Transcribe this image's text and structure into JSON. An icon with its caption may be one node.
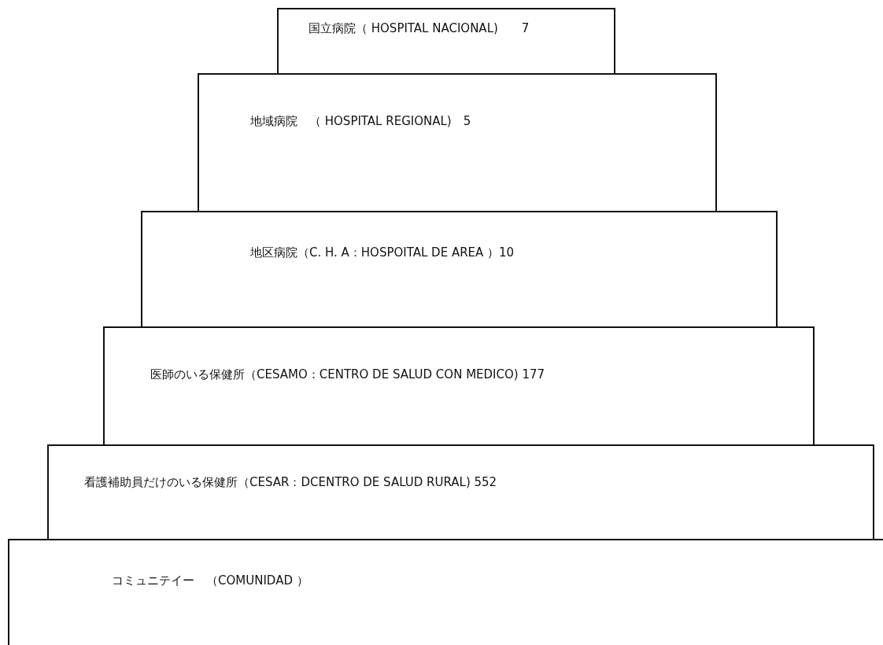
{
  "diagram": {
    "nodes": [
      {
        "text": [
          "国立病院（ HOSPITAL NACIONAL)　　7"
        ]
      },
      {
        "text": [
          "地域病院　（ HOSPITAL REGIONAL)　5"
        ]
      },
      {
        "text": [
          "地区病院（C. H. A：HOSPOITAL DE AREA ）10"
        ]
      },
      {
        "text": [
          "医師のいる保健所（CESAMO：CENTRO DE SALUD CON MEDICO) 177"
        ]
      },
      {
        "text": [
          "看護補助員だけのいる保健所（CESAR：DCENTRO DE SALUD RURAL) 552"
        ]
      },
      {
        "text": [
          "コミュニテイー　（COMUNIDAD ）"
        ]
      }
    ]
  }
}
